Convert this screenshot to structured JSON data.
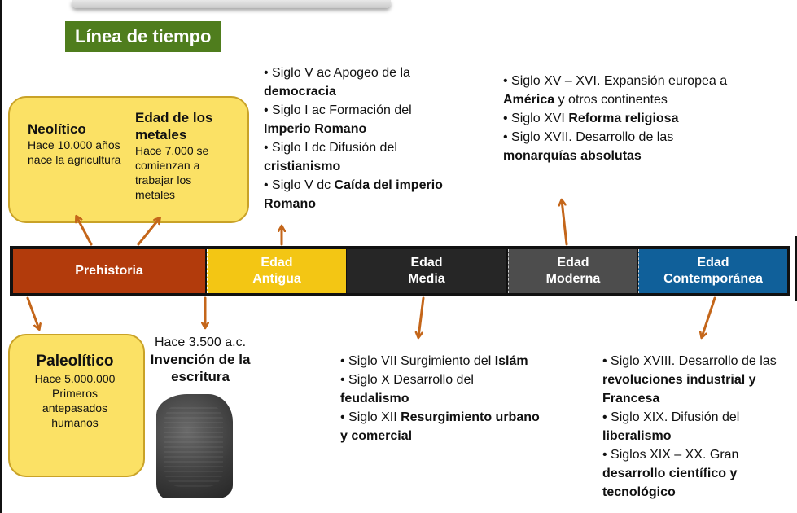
{
  "title": "Línea de tiempo",
  "colors": {
    "prehistoria": "#b23b0c",
    "antigua": "#f3c614",
    "media": "#262626",
    "moderna": "#4d4d4d",
    "contemporanea": "#10609a",
    "arrow": "#c4661a",
    "bubble_fill": "#fbe165"
  },
  "eras": [
    {
      "label": "Prehistoria"
    },
    {
      "label": "Edad\nAntigua"
    },
    {
      "label": "Edad\nMedia"
    },
    {
      "label": "Edad\nModerna"
    },
    {
      "label": "Edad\nContemporánea"
    }
  ],
  "neolitico": {
    "head": "Neolítico",
    "text": "Hace 10.000 años nace la agricultura"
  },
  "metales": {
    "head": "Edad de los metales",
    "text": "Hace 7.000 se comienzan a trabajar los metales"
  },
  "paleolitico": {
    "head": "Paleolítico",
    "text": "Hace 5.000.000 Primeros antepasados humanos"
  },
  "escritura": {
    "date": "Hace 3.500 a.c.",
    "head": "Invención de la escritura"
  },
  "antigua_events": [
    {
      "prefix": "Siglo V ac Apogeo de la",
      "bold": "democracia"
    },
    {
      "prefix": "Siglo I ac Formación del",
      "bold": "Imperio Romano"
    },
    {
      "prefix": "Siglo I dc  Difusión del",
      "bold": "cristianismo"
    },
    {
      "prefix": "Siglo V dc",
      "bold": "Caída del imperio Romano"
    }
  ],
  "media_events": [
    {
      "prefix": "Siglo VII Surgimiento del",
      "bold": "Islám"
    },
    {
      "prefix": "Siglo X Desarrollo del",
      "bold": "feudalismo"
    },
    {
      "prefix": "Siglo XII",
      "bold": "Resurgimiento urbano y comercial"
    }
  ],
  "moderna_events": [
    {
      "prefix": "Siglo XV – XVI. Expansión europea a",
      "bold": "América",
      "suffix": "y otros continentes"
    },
    {
      "prefix": "Siglo XVI",
      "bold": "Reforma religiosa"
    },
    {
      "prefix": "Siglo XVII. Desarrollo de las",
      "bold": "monarquías absolutas"
    }
  ],
  "contemporanea_events": [
    {
      "prefix": "Siglo XVIII. Desarrollo de las",
      "bold": "revoluciones industrial y Francesa"
    },
    {
      "prefix": "Siglo XIX. Difusión del",
      "bold": "liberalismo"
    },
    {
      "prefix": "Siglos XIX – XX. Gran",
      "bold": "desarrollo científico y tecnológico"
    }
  ]
}
